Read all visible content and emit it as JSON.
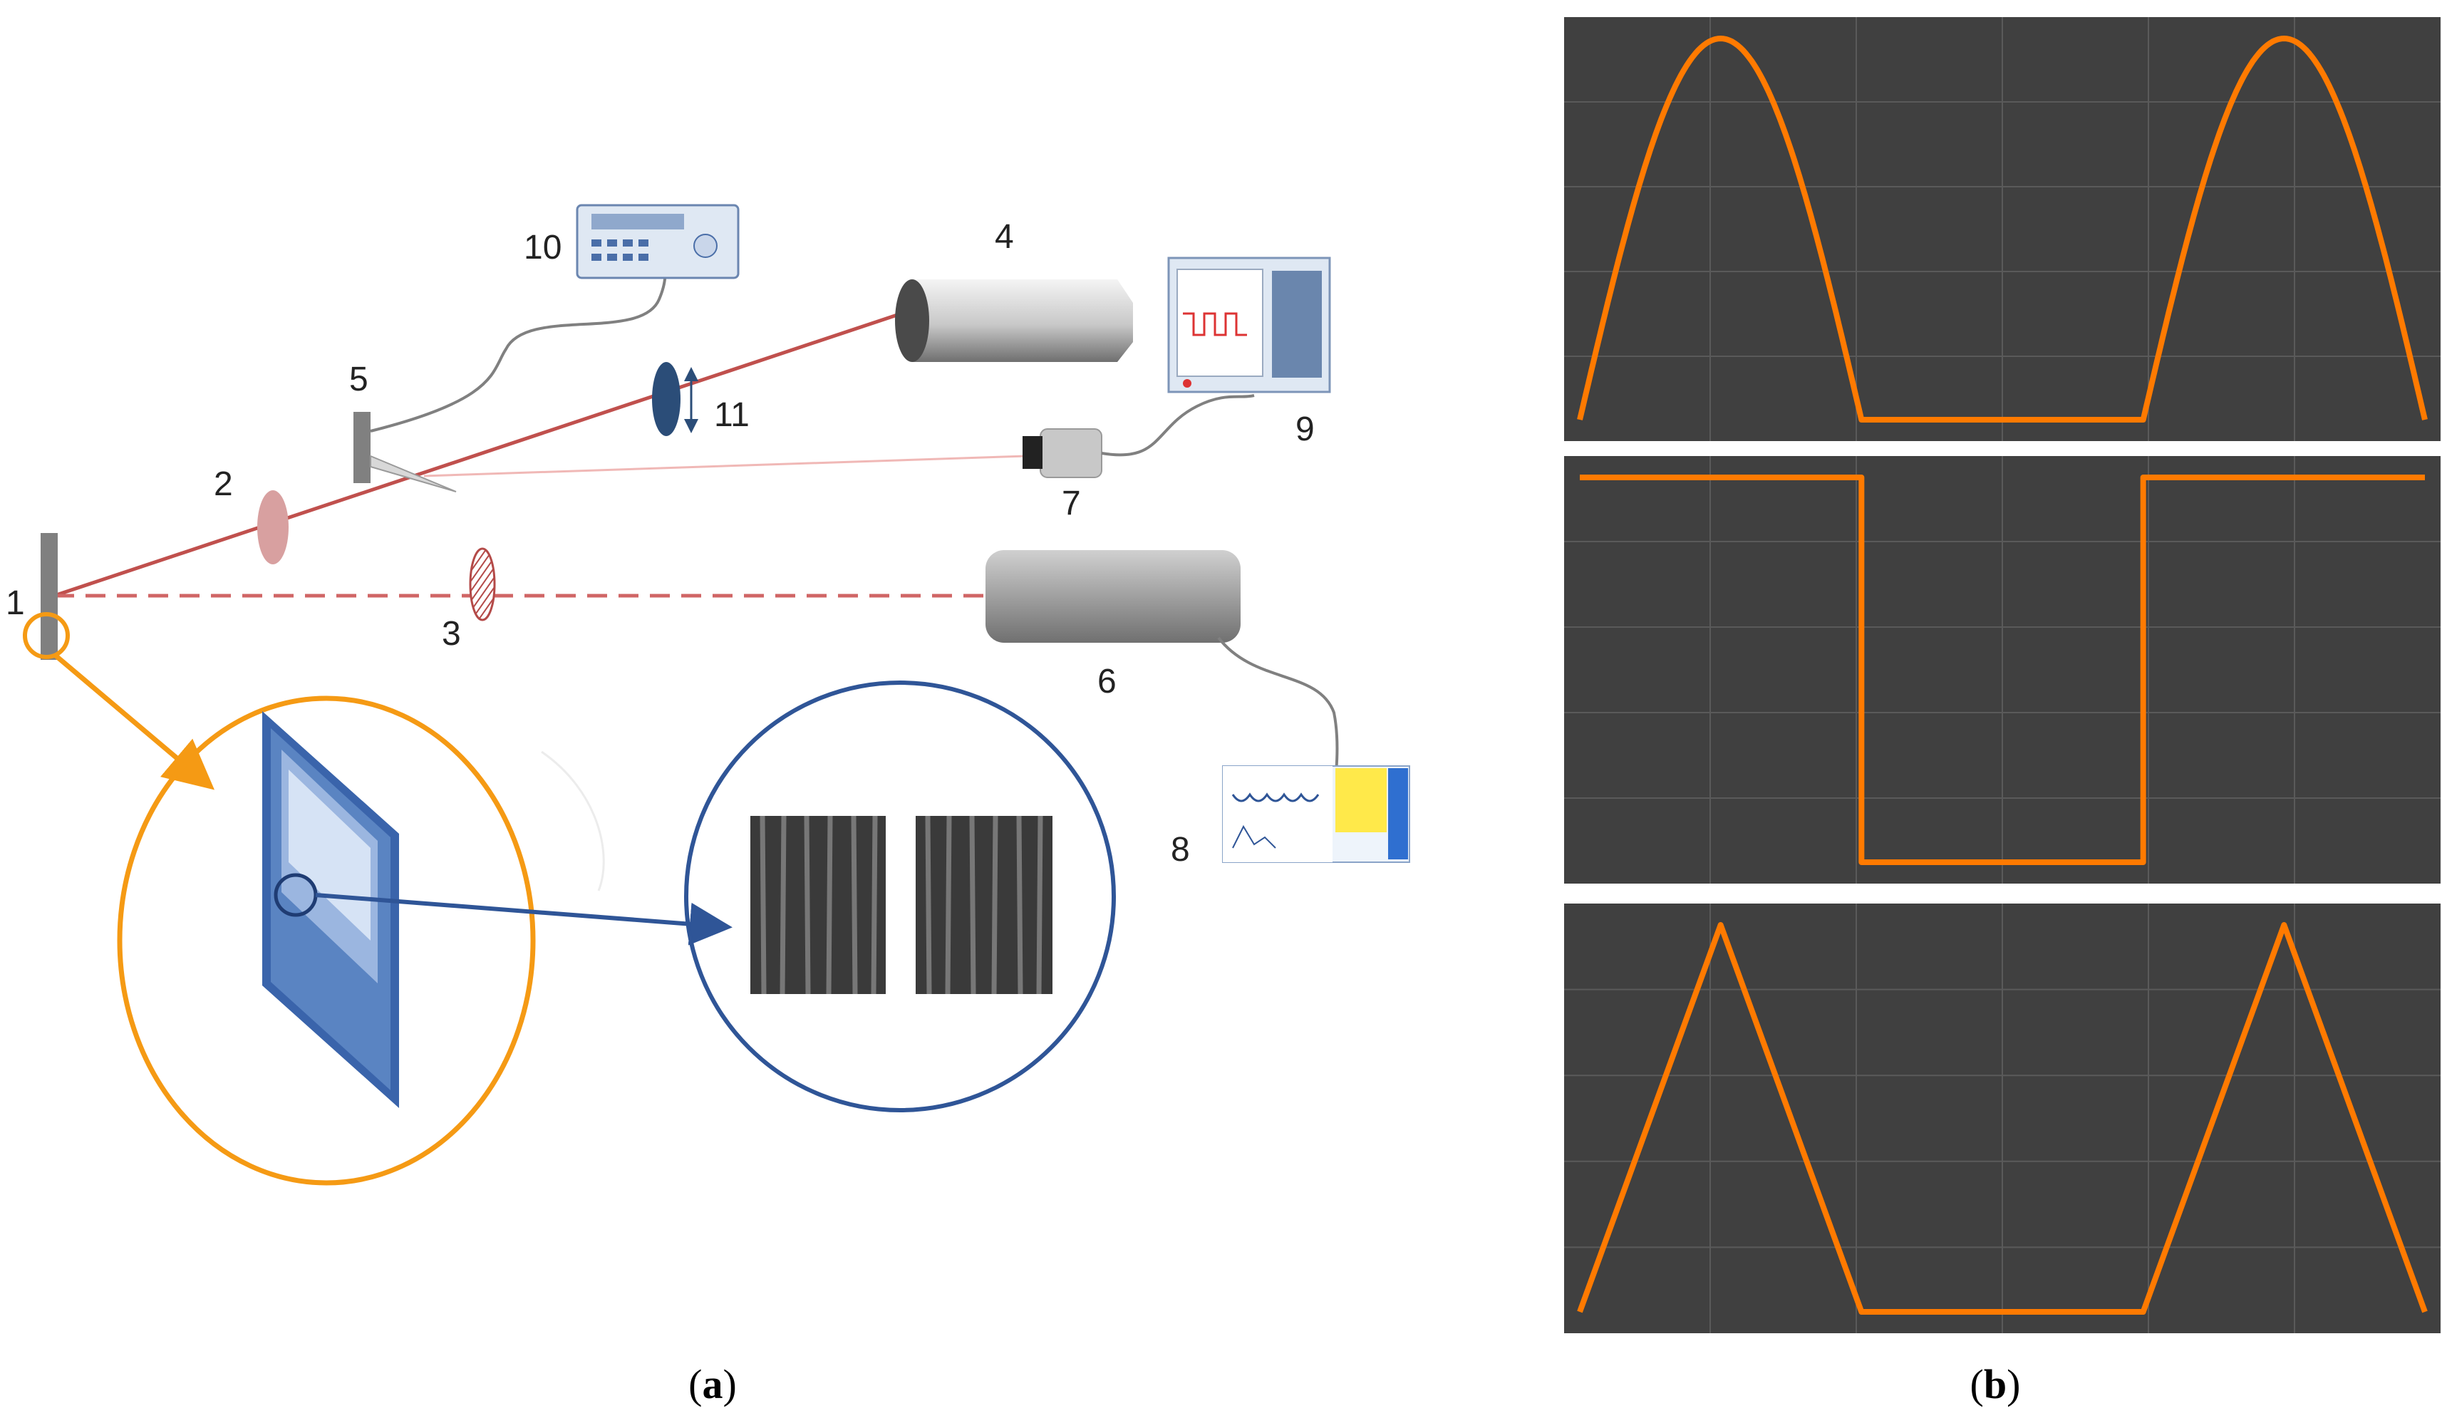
{
  "figure": {
    "panel_a": {
      "caption_open": "(",
      "caption_letter": "a",
      "caption_close": ")",
      "component_numbers": [
        "1",
        "2",
        "3",
        "4",
        "5",
        "6",
        "7",
        "8",
        "9",
        "10",
        "11"
      ]
    },
    "panel_b": {
      "caption_open": "(",
      "caption_letter": "b",
      "caption_close": ")",
      "waveforms": [
        "sine-half-wave",
        "square",
        "triangle"
      ]
    }
  },
  "colors": {
    "laser_beam": "#c0504d",
    "highlight_circle": "#f59a14",
    "zoom_circle": "#2f5597",
    "waveform_bg": "#404040",
    "waveform_trace": "#ff7a00",
    "grid": "#5a5a5a"
  },
  "chart_data": [
    {
      "type": "line",
      "name": "",
      "x": [
        0,
        1,
        2,
        3,
        4,
        5,
        6
      ],
      "shape": "rectified-sine",
      "y": [
        0,
        1,
        0,
        0,
        0,
        1,
        0
      ]
    },
    {
      "type": "line",
      "name": "",
      "x": [
        0,
        1,
        2,
        3,
        4,
        5,
        6
      ],
      "shape": "square",
      "y": [
        1,
        1,
        0,
        0,
        1,
        1,
        1
      ]
    },
    {
      "type": "line",
      "name": "",
      "x": [
        0,
        1,
        2,
        3,
        4,
        5,
        6
      ],
      "shape": "triangle",
      "y": [
        0,
        1,
        0,
        0,
        0,
        1,
        0
      ]
    }
  ]
}
